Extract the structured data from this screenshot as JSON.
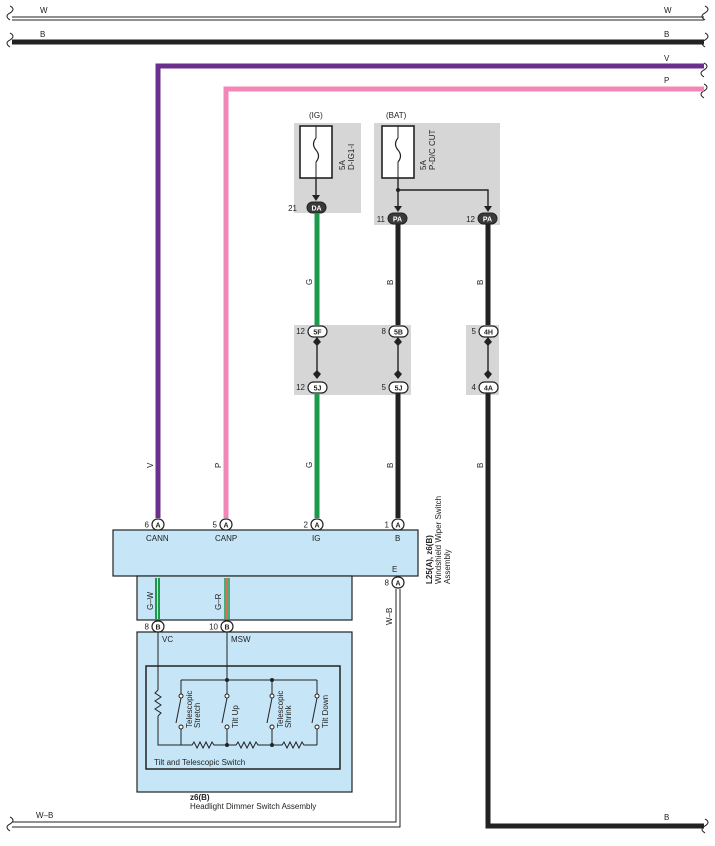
{
  "bus": {
    "w_left": "W",
    "w_right": "W",
    "b_left": "B",
    "b_right": "B",
    "v_right": "V",
    "p_right": "P",
    "wb_bottom": "W–B",
    "b_bottom": "B"
  },
  "fuses": {
    "ig": {
      "source": "(IG)",
      "rating": "5A",
      "name": "D-IG1-I",
      "pin": "21",
      "conn": "DA"
    },
    "bat": {
      "source": "(BAT)",
      "rating": "5A",
      "name": "P-D/C CUT",
      "pin1": "11",
      "conn1": "PA",
      "pin2": "12",
      "conn2": "PA"
    }
  },
  "junctions": {
    "g_top_pin": "12",
    "g_top_conn": "5F",
    "g_bot_pin": "12",
    "g_bot_conn": "5J",
    "b_top_pin": "8",
    "b_top_conn": "5B",
    "b_bot_pin": "5",
    "b_bot_conn": "5J",
    "b2_top_pin": "5",
    "b2_top_conn": "4H",
    "b2_bot_pin": "4",
    "b2_bot_conn": "4A"
  },
  "wires": {
    "g_upper": "G",
    "b_upper": "B",
    "b2_upper": "B",
    "v_label": "V",
    "p_label": "P",
    "g_lower": "G",
    "b_lower": "B",
    "b2_lower": "B",
    "gw": "G–W",
    "gr": "G–R",
    "wb": "W–B"
  },
  "wiper_switch": {
    "code": "L25(A), z6(B)",
    "name_line1": "Windshield Wiper Switch",
    "name_line2": "Assembly",
    "pins": [
      {
        "num": "6",
        "conn": "A",
        "name": "CANN"
      },
      {
        "num": "5",
        "conn": "A",
        "name": "CANP"
      },
      {
        "num": "2",
        "conn": "A",
        "name": "IG"
      },
      {
        "num": "1",
        "conn": "A",
        "name": "B"
      }
    ],
    "e_label": "E",
    "e_pin": "8",
    "e_conn": "A"
  },
  "dimmer": {
    "vc_pin": "8",
    "vc_conn": "B",
    "vc_name": "VC",
    "msw_pin": "10",
    "msw_conn": "B",
    "msw_name": "MSW",
    "tilt_label": "Tilt and Telescopic Switch",
    "switches": [
      "Telescopic Stretch",
      "Tilt Up",
      "Telescopic Shrink",
      "Tilt Down"
    ],
    "code": "z6(B)",
    "name": "Headlight Dimmer Switch Assembly"
  },
  "colors": {
    "violet": "#6b2f8e",
    "pink": "#f287b7",
    "green": "#1a9a4a",
    "black": "#222222",
    "blue_fill": "#c6e6f7",
    "gray_fill": "#d6d6d6"
  }
}
